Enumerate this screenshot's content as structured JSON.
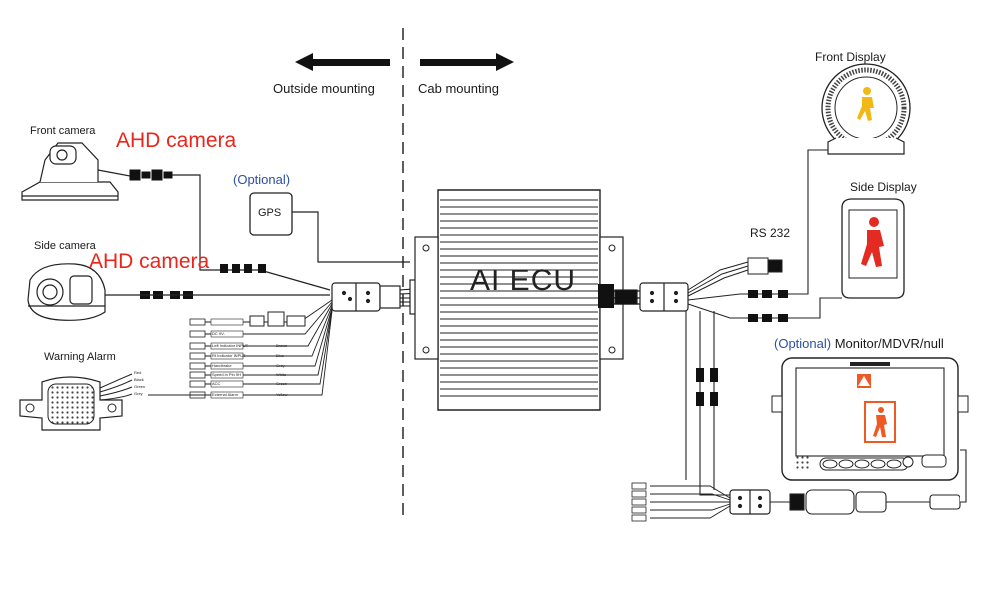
{
  "labels": {
    "outside_mounting": "Outside mounting",
    "cab_mounting": "Cab mounting",
    "front_camera": "Front camera",
    "ahd_camera_1": "AHD camera",
    "side_camera": "Side camera",
    "ahd_camera_2": "AHD camera",
    "optional_gps": "(Optional)",
    "gps": "GPS",
    "ecu": "AI ECU",
    "rs232": "RS 232",
    "front_display": "Front Display",
    "side_display": "Side Display",
    "optional_monitor": "(Optional)",
    "monitor": " Monitor/MDVR/null",
    "warning_alarm": "Warning Alarm"
  },
  "harness_rows": [
    {
      "name": "",
      "color": ""
    },
    {
      "name": "DC 9V-",
      "color": ""
    },
    {
      "name": "Left Indicator INPUT",
      "color": "Brown"
    },
    {
      "name": "Rt Indicator INPUT",
      "color": "Blue"
    },
    {
      "name": "Handbrake",
      "color": "Grey"
    },
    {
      "name": "Speed in Pin 9H",
      "color": "White"
    },
    {
      "name": "ACC",
      "color": "Green"
    },
    {
      "name": "External Alarm",
      "color": "Yellow"
    }
  ],
  "alarm_wires": [
    "Red",
    "Black",
    "Green",
    "Grey"
  ],
  "colors": {
    "line": "#1a1a1a",
    "label_red": "#e8261b",
    "label_blue": "#2c4f9e",
    "pedestrian_yellow": "#f2b818",
    "pedestrian_red": "#e32b22",
    "warning_orange": "#ef5a24"
  },
  "icons": [
    "camera-icon",
    "gps-module-icon",
    "ecu-box-icon",
    "display-icon",
    "pedestrian-icon",
    "monitor-icon",
    "alarm-speaker-icon",
    "connector-icon"
  ]
}
